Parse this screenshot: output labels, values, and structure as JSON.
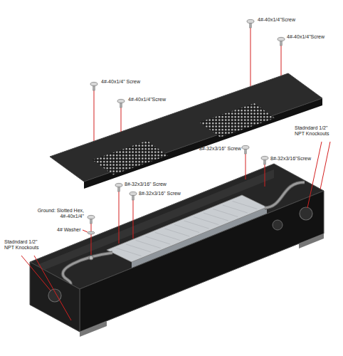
{
  "diagram": {
    "labels": [
      "4#-40x1/4\"Screw",
      "4#-40x1/4\"Screw",
      "4#-40x1/4\" Screw",
      "4#-40x1/4\"Screw",
      "Stadndard 1/2\" NPT Knockouts",
      "8#-32x3/16\" Screw",
      "8#-32x3/16\"Screw",
      "8#-32x3/16\" Screw",
      "8#-32x3/16\" Screw",
      "Ground: Slotted Hex, 4#-40x1/4\"",
      "4# Washer",
      "Stadndard 1/2\" NPT Knockouts"
    ]
  }
}
